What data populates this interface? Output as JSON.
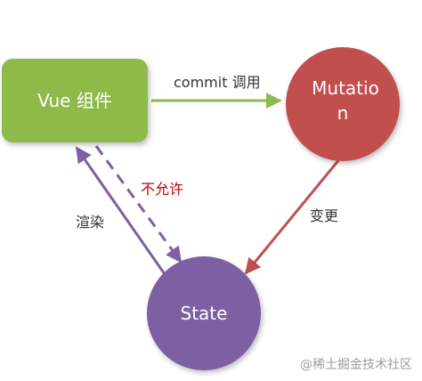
{
  "nodes": {
    "vue_component": {
      "label": "Vue 组件",
      "color": "#8dba4a"
    },
    "mutation": {
      "label_line1": "Mutatio",
      "label_line2": "n",
      "color": "#c0504d"
    },
    "state": {
      "label": "State",
      "color": "#7d5fa3"
    }
  },
  "edges": {
    "commit": {
      "label": "commit 调用",
      "color": "#8dba4a",
      "text_color": "#333333"
    },
    "change": {
      "label": "变更",
      "color": "#c0504d",
      "text_color": "#333333"
    },
    "render": {
      "label": "渲染",
      "color": "#7d5fa3",
      "text_color": "#333333"
    },
    "not_allowed": {
      "label": "不允许",
      "color": "#7d5fa3",
      "text_color": "#c00000"
    }
  },
  "watermark": "@稀土掘金技术社区"
}
